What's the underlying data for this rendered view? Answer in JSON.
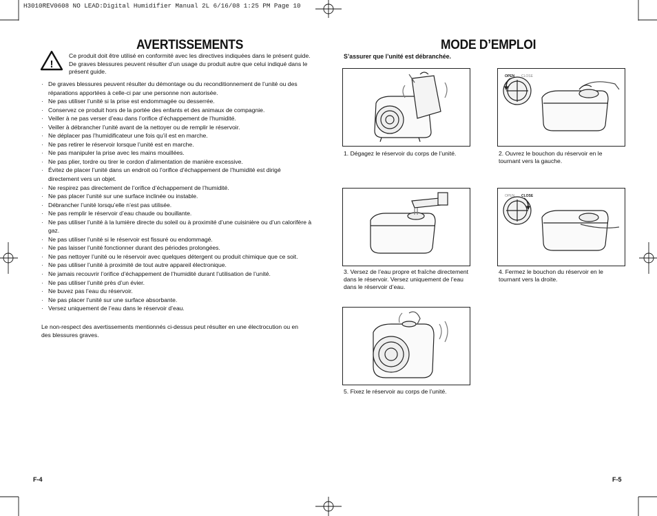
{
  "print_header": "H3010REV0608 NO LEAD:Digital Humidifier Manual 2L  6/16/08  1:25 PM  Page 10",
  "left": {
    "title": "AVERTISSEMENTS",
    "intro": "Ce produit doit être utilisé en conformité avec les directives indiquées dans le présent guide. De graves blessures peuvent résulter d’un usage du produit autre que celui indiqué dans le présent guide.",
    "warning_icon": "warning-triangle-icon",
    "warnings": [
      "De graves blessures peuvent résulter du démontage ou du reconditionnement de l’unité ou des réparations apportées à celle-ci par une personne non autorisée.",
      "Ne pas utiliser l’unité si la prise est endommagée ou desserrée.",
      "Conservez ce produit hors de la portée des enfants et des animaux de compagnie.",
      "Veiller à ne pas verser d’eau dans l’orifice d’échappement de l’humidité.",
      "Veiller à débrancher l’unité avant de la nettoyer ou de remplir le réservoir.",
      "Ne déplacer pas l’humidificateur une fois qu’il est en marche.",
      "Ne pas retirer le réservoir lorsque l’unité est en marche.",
      "Ne pas manipuler la prise avec les mains mouillées.",
      "Ne pas plier, tordre ou tirer le cordon d’alimentation de manière excessive.",
      "Évitez de placer l’unité dans un endroit où l’orifice d’échappement de l’humidité est dirigé directement vers un objet.",
      "Ne respirez pas directement de l’orifice d’échappement de l’humidité.",
      "Ne pas placer l’unité sur une surface inclinée ou instable.",
      "Débrancher l’unité lorsqu’elle n’est pas utilisée.",
      "Ne pas remplir le réservoir d’eau chaude ou bouillante.",
      "Ne pas utiliser l’unité à la lumière directe du soleil ou à proximité d’une cuisinière ou d’un calorifère à gaz.",
      "Ne pas utiliser l’unité si le réservoir est fissuré ou endommagé.",
      "Ne pas laisser l’unité fonctionner durant des périodes prolongées.",
      "Ne pas nettoyer l’unité ou le réservoir avec quelques détergent ou produit chimique que ce soit.",
      "Ne pas utiliser l’unité à proximité de tout autre appareil électronique.",
      "Ne jamais recouvrir l’orifice d’échappement de l’humidité durant l’utilisation de l’unité.",
      "Ne pas utiliser l’unité près d’un évier.",
      "Ne buvez pas l’eau du réservoir.",
      "Ne pas placer l’unité sur une surface absorbante.",
      "Versez uniquement de l’eau dans le réservoir d’eau."
    ],
    "footer": "Le non-respect des avertissements mentionnés ci-dessus peut résulter en une électrocution ou en des blessures graves.",
    "page_number": "F-4"
  },
  "right": {
    "title": "MODE D’EMPLOI",
    "subheading": "S’assurer que l’unité est débranchée.",
    "steps": [
      {
        "number": "1.",
        "text": "Dégagez le réservoir du corps de l’unité."
      },
      {
        "number": "2.",
        "text": "Ouvrez le bouchon du réservoir en le tournant vers la gauche.",
        "cap_labels": [
          "OPEN",
          "CLOSE"
        ]
      },
      {
        "number": "3.",
        "text": "Versez de l’eau propre et fraîche directement dans le réservoir. Versez uniquement de l’eau dans le réservoir d’eau."
      },
      {
        "number": "4.",
        "text": "Fermez le bouchon du réservoir en le tournant vers la droite.",
        "cap_labels": [
          "OPEN",
          "CLOSE"
        ]
      },
      {
        "number": "5.",
        "text": "Fixez le réservoir au corps de l’unité."
      }
    ],
    "page_number": "F-5"
  }
}
